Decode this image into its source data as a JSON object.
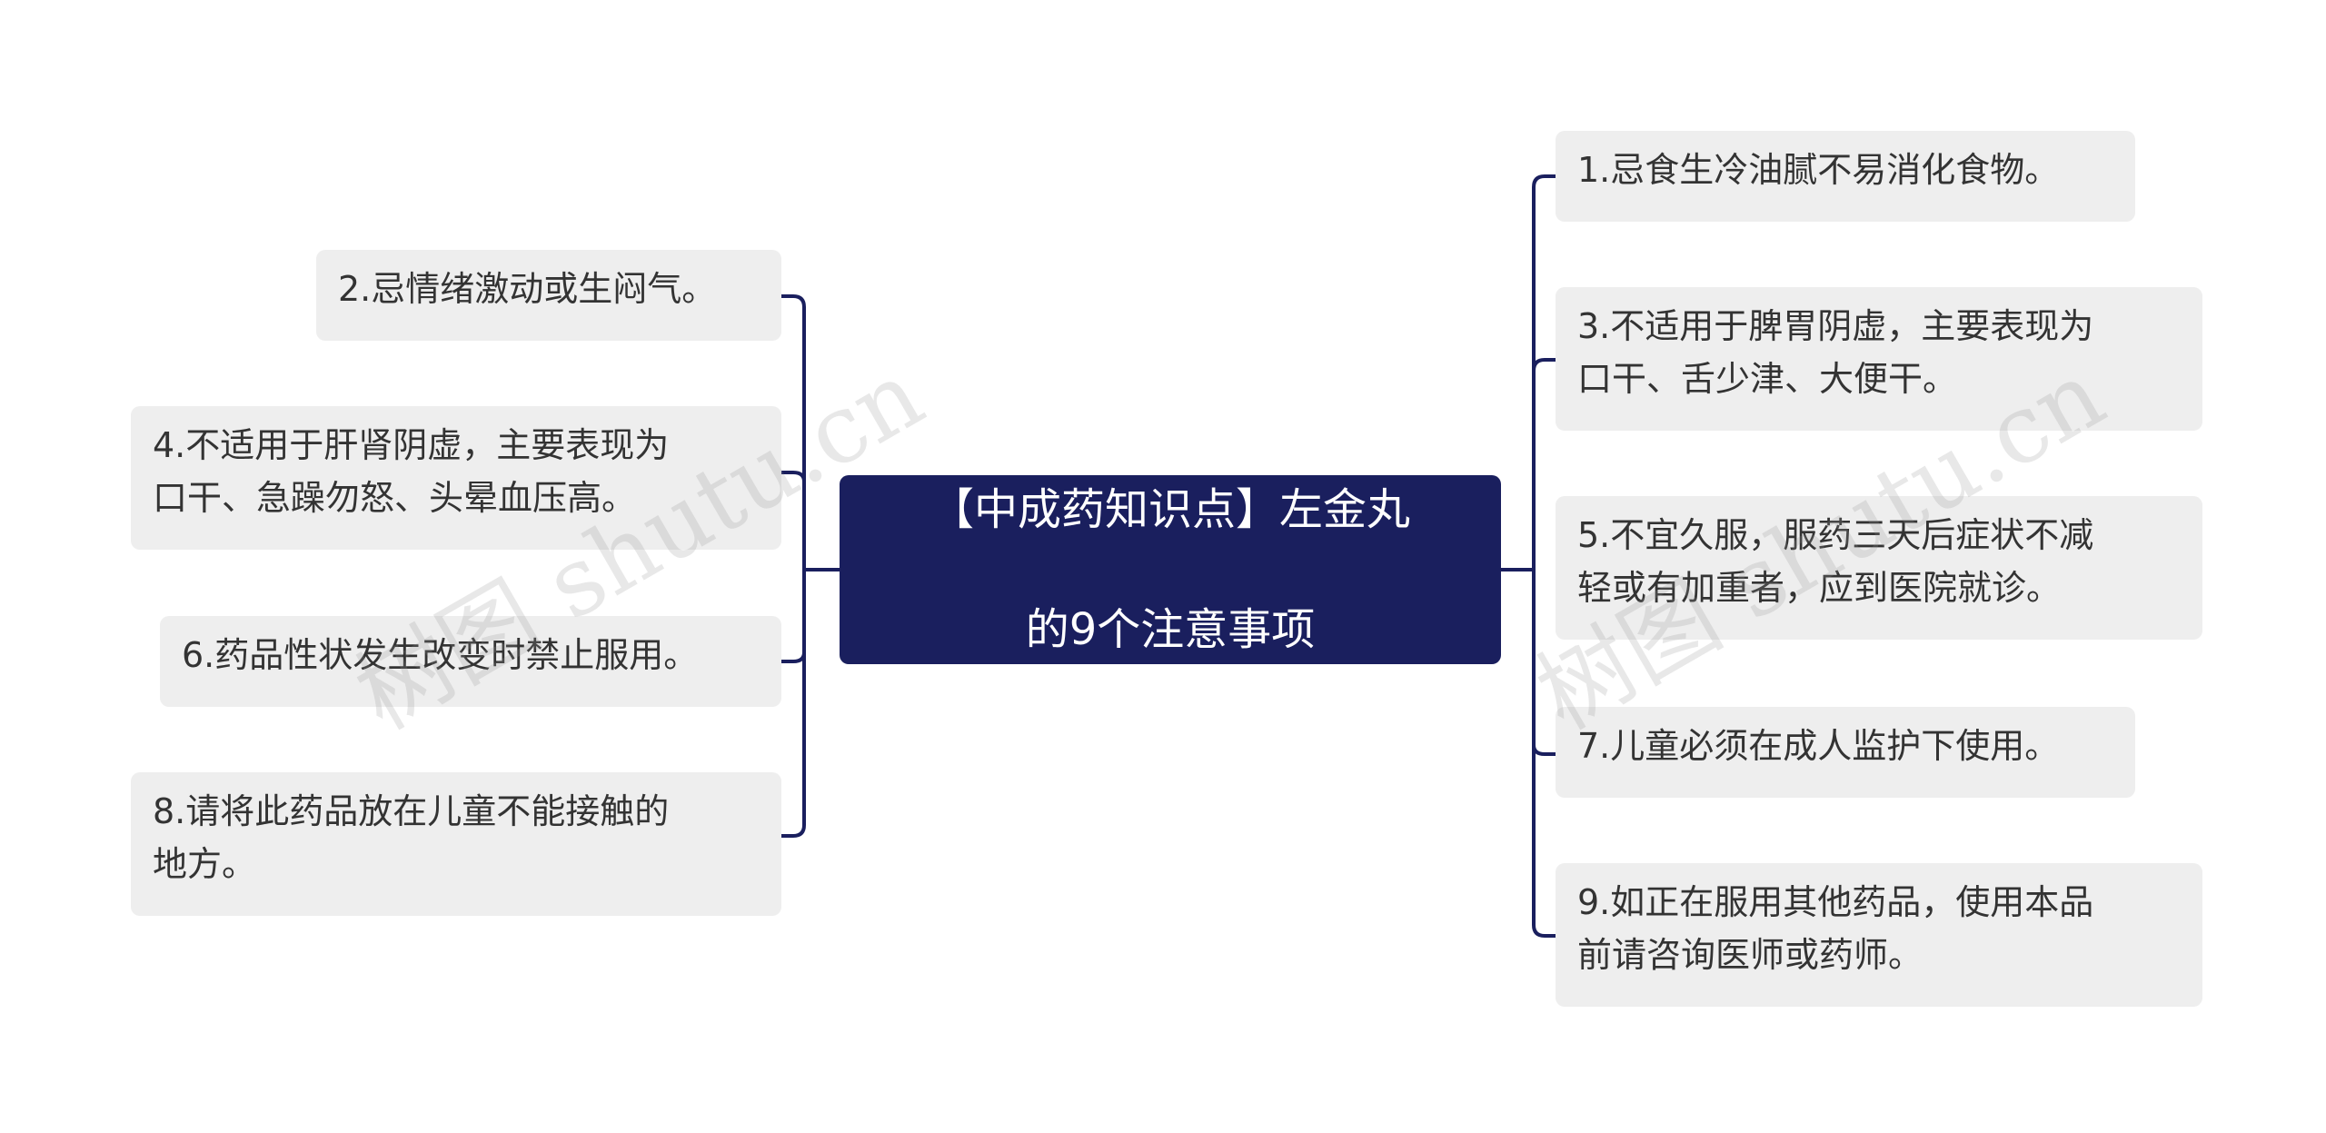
{
  "center": {
    "line1": "【中成药知识点】左金丸",
    "line2": "的9个注意事项"
  },
  "left_items": [
    {
      "line1": "2.忌情绪激动或生闷气。",
      "line2": ""
    },
    {
      "line1": "4.不适用于肝肾阴虚，主要表现为",
      "line2": "口干、急躁勿怒、头晕血压高。"
    },
    {
      "line1": "6.药品性状发生改变时禁止服用。",
      "line2": ""
    },
    {
      "line1": "8.请将此药品放在儿童不能接触的",
      "line2": "地方。"
    }
  ],
  "right_items": [
    {
      "line1": "1.忌食生冷油腻不易消化食物。",
      "line2": ""
    },
    {
      "line1": "3.不适用于脾胃阴虚，主要表现为",
      "line2": "口干、舌少津、大便干。"
    },
    {
      "line1": "5.不宜久服，服药三天后症状不减",
      "line2": "轻或有加重者，应到医院就诊。"
    },
    {
      "line1": "7.儿童必须在成人监护下使用。",
      "line2": ""
    },
    {
      "line1": "9.如正在服用其他药品，使用本品",
      "line2": "前请咨询医师或药师。"
    }
  ],
  "watermarks": [
    "树图 shutu.cn",
    "树图 shutu.cn"
  ],
  "colors": {
    "center_bg": "#1a1f5e",
    "node_bg": "#eeeeee",
    "line": "#1a1f5e"
  }
}
